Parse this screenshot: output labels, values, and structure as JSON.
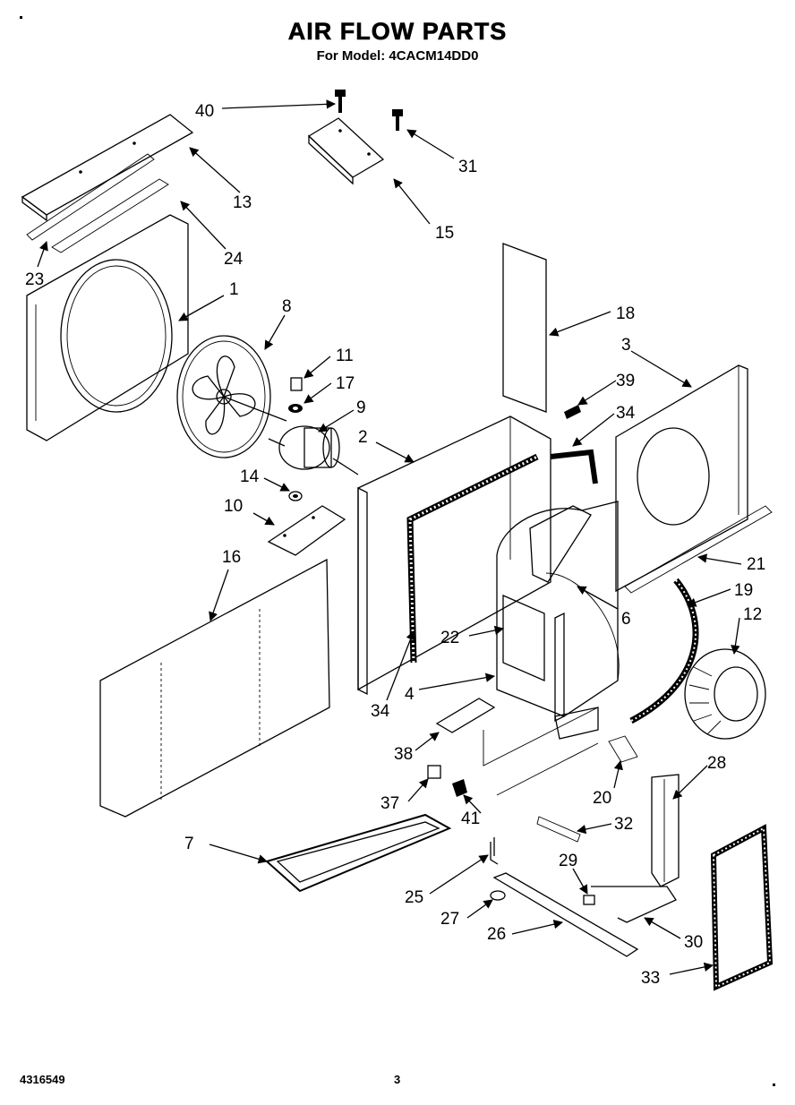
{
  "header": {
    "title": "AIR FLOW PARTS",
    "subtitle": "For Model: 4CACM14DD0"
  },
  "footer": {
    "doc_number": "4316549",
    "page_number": "3"
  },
  "callouts": {
    "c1": "1",
    "c2": "2",
    "c3": "3",
    "c4": "4",
    "c6": "6",
    "c7": "7",
    "c8": "8",
    "c9": "9",
    "c10": "10",
    "c11": "11",
    "c12": "12",
    "c13": "13",
    "c14": "14",
    "c15": "15",
    "c16": "16",
    "c17": "17",
    "c18": "18",
    "c19": "19",
    "c20": "20",
    "c21": "21",
    "c22": "22",
    "c23": "23",
    "c24": "24",
    "c25": "25",
    "c26": "26",
    "c27": "27",
    "c28": "28",
    "c29": "29",
    "c30": "30",
    "c31": "31",
    "c32": "32",
    "c33": "33",
    "c34a": "34",
    "c34b": "34",
    "c37": "37",
    "c38": "38",
    "c39": "39",
    "c40": "40",
    "c41": "41"
  },
  "colors": {
    "ink": "#000000",
    "paper": "#ffffff"
  }
}
